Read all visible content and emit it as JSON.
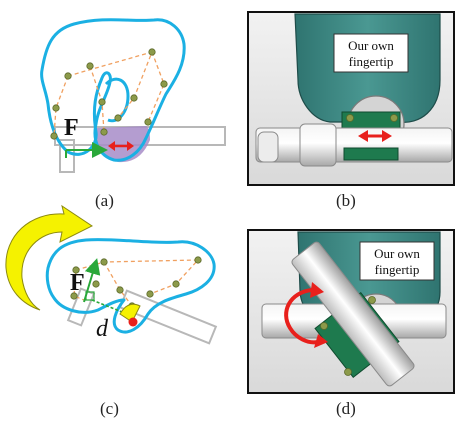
{
  "captions": {
    "a": "(a)",
    "b": "(b)",
    "c": "(c)",
    "d": "(d)"
  },
  "labels": {
    "force_a": "F",
    "force_c": "F",
    "distance_c": "d"
  },
  "callouts": {
    "b": {
      "line1": "Our own",
      "line2": "fingertip"
    },
    "d": {
      "line1": "Our own",
      "line2": "fingertip"
    }
  },
  "colors": {
    "hand_outline": "#1bb0e3",
    "linkage": "#f0a060",
    "joint": "#8c9a4a",
    "force_arrow": "#2aa83a",
    "slide_arrow": "#e8201c",
    "contact_region": "#a78cc8",
    "rotate_arrow": "#f5f200",
    "device_teal": "#3d8a84",
    "pcb_green": "#1e7a4e"
  }
}
